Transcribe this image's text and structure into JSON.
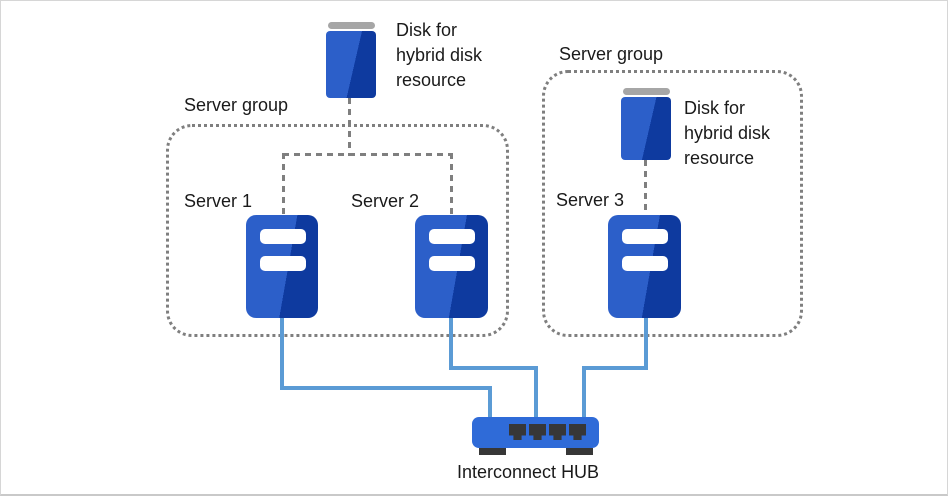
{
  "diagram": {
    "groups": [
      {
        "label": "Server group"
      },
      {
        "label": "Server group"
      }
    ],
    "servers": [
      {
        "label": "Server 1"
      },
      {
        "label": "Server 2"
      },
      {
        "label": "Server 3"
      }
    ],
    "disks": [
      {
        "caption": "Disk for hybrid disk resource"
      },
      {
        "caption": "Disk for hybrid disk resource"
      }
    ],
    "hub": {
      "label": "Interconnect HUB"
    }
  },
  "colors": {
    "icon_light_blue": "#2c5fc9",
    "icon_dark_blue": "#0e3a9f",
    "disk_cap_gray": "#a6a6a6",
    "hub_blue": "#2f6bd8",
    "port_dark": "#373737",
    "line_blue": "#5b9bd5",
    "dash_gray": "#7f7f7f",
    "text": "#1a1a1a"
  }
}
